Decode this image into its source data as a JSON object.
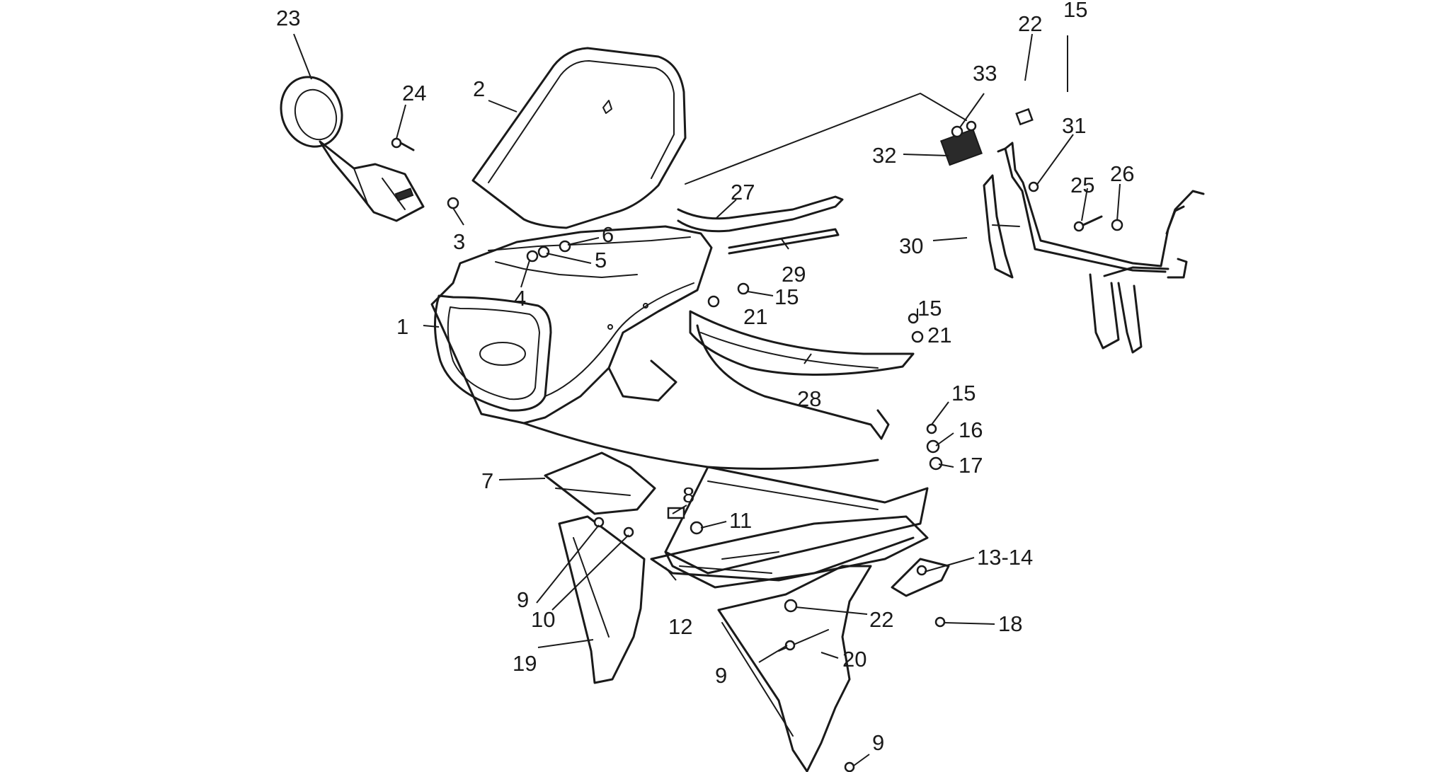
{
  "diagram": {
    "line_color": "#1a1a1a",
    "background": "#ffffff",
    "callouts": {
      "c1": "1",
      "c2": "2",
      "c3": "3",
      "c4": "4",
      "c5": "5",
      "c6": "6",
      "c7": "7",
      "c8": "8",
      "c9a": "9",
      "c9b": "9",
      "c9c": "9",
      "c10": "10",
      "c11": "11",
      "c12": "12",
      "c13_14": "13-14",
      "c15a": "15",
      "c15b": "15",
      "c15c": "15",
      "c15d": "15",
      "c16": "16",
      "c17": "17",
      "c18": "18",
      "c19": "19",
      "c20": "20",
      "c21a": "21",
      "c21b": "21",
      "c22a": "22",
      "c22b": "22",
      "c23": "23",
      "c24": "24",
      "c25": "25",
      "c26": "26",
      "c27": "27",
      "c28": "28",
      "c29": "29",
      "c30": "30",
      "c31": "31",
      "c32": "32",
      "c33": "33"
    }
  }
}
